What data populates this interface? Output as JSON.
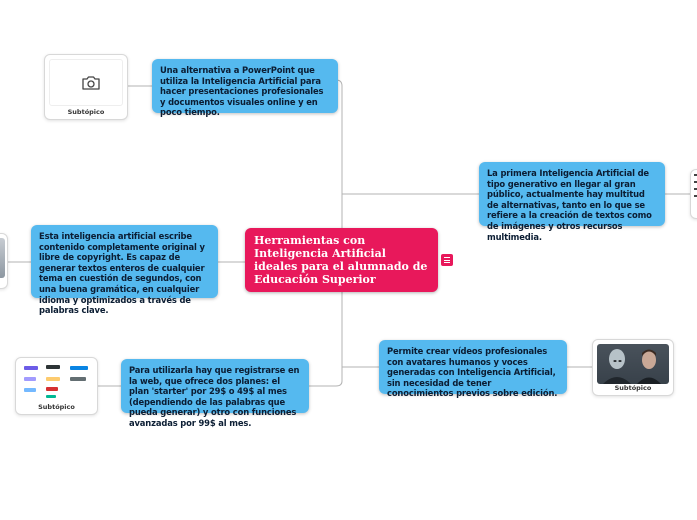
{
  "central": {
    "title": "Herramientas con Inteligencia Artificial ideales para el alumnado de Educación Superior"
  },
  "topics": {
    "powerpoint_alt": "Una alternativa a PowerPoint que utiliza la Inteligencia Artificial para hacer presentaciones profesionales y documentos visuales online y en poco tiempo.",
    "first_ai": "La primera Inteligencia Artificial de tipo generativo en llegar al gran público, actualmente hay multitud de alternativas, tanto en lo que se refiere a la creación de textos como de imágenes y otros recursos multimedia.",
    "writer": "Esta inteligencia artificial escribe contenido completamente original y libre de copyright. Es capaz de generar textos enteros de cualquier tema en cuestión de segundos, con una buena gramática, en cualquier idioma y optimizados a través de palabras clave.",
    "videos": "Permite crear vídeos profesionales con avatares humanos y voces generadas con Inteligencia Artificial, sin necesidad de tener conocimientos previos sobre edición.",
    "plans": "Para utilizarla hay que registrarse en la web, que ofrece dos planes: el plan 'starter' por 29$ o 49$ al mes (dependiendo de las palabras que pueda generar) y otro con funciones avanzadas por 99$ al mes."
  },
  "subtopics": {
    "camera": "Subtópico",
    "video_people": "Subtópico",
    "logos": "Subtópico"
  },
  "colors": {
    "central": "#e8185b",
    "topic": "#55b9ef",
    "line": "#b0b0b0"
  },
  "icons": {
    "central_menu": "notes-icon",
    "camera": "camera-icon"
  }
}
